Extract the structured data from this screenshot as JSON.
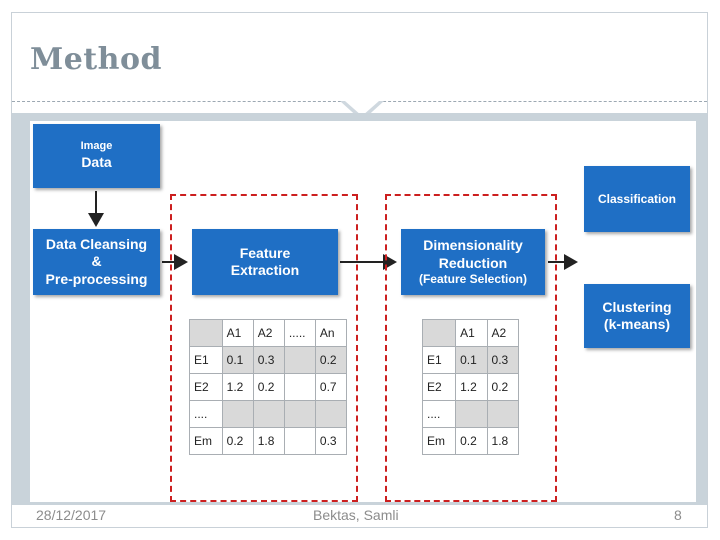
{
  "slide": {
    "title": "Method",
    "footer": {
      "date": "28/12/2017",
      "author": "Bektas, Samli",
      "page": "8"
    }
  },
  "diagram": {
    "image_data": {
      "line1": "Image",
      "line2": "Data"
    },
    "cleansing": {
      "line1": "Data Cleansing",
      "line2": "&",
      "line3": "Pre-processing"
    },
    "feature_extraction": {
      "line1": "Feature",
      "line2": "Extraction"
    },
    "dim_reduction": {
      "line1": "Dimensionality",
      "line2": "Reduction",
      "line3": "(Feature Selection)"
    },
    "classification": {
      "label": "Classification"
    },
    "clustering": {
      "line1": "Clustering",
      "line2": "(k-means)"
    }
  },
  "table_full": {
    "header": [
      "",
      "A1",
      "A2",
      ".....",
      "An"
    ],
    "rows": [
      [
        "E1",
        "0.1",
        "0.3",
        "",
        "0.2"
      ],
      [
        "E2",
        "1.2",
        "0.2",
        "",
        "0.7"
      ],
      [
        "....",
        "",
        "",
        "",
        ""
      ],
      [
        "Em",
        "0.2",
        "1.8",
        "",
        "0.3"
      ]
    ]
  },
  "table_reduced": {
    "header": [
      "",
      "A1",
      "A2"
    ],
    "rows": [
      [
        "E1",
        "0.1",
        "0.3"
      ],
      [
        "E2",
        "1.2",
        "0.2"
      ],
      [
        "....",
        "",
        ""
      ],
      [
        "Em",
        "0.2",
        "1.8"
      ]
    ]
  },
  "colors": {
    "box": "#1f6fc5",
    "dashed": "#cc1f1f",
    "title": "#7f8e99"
  }
}
